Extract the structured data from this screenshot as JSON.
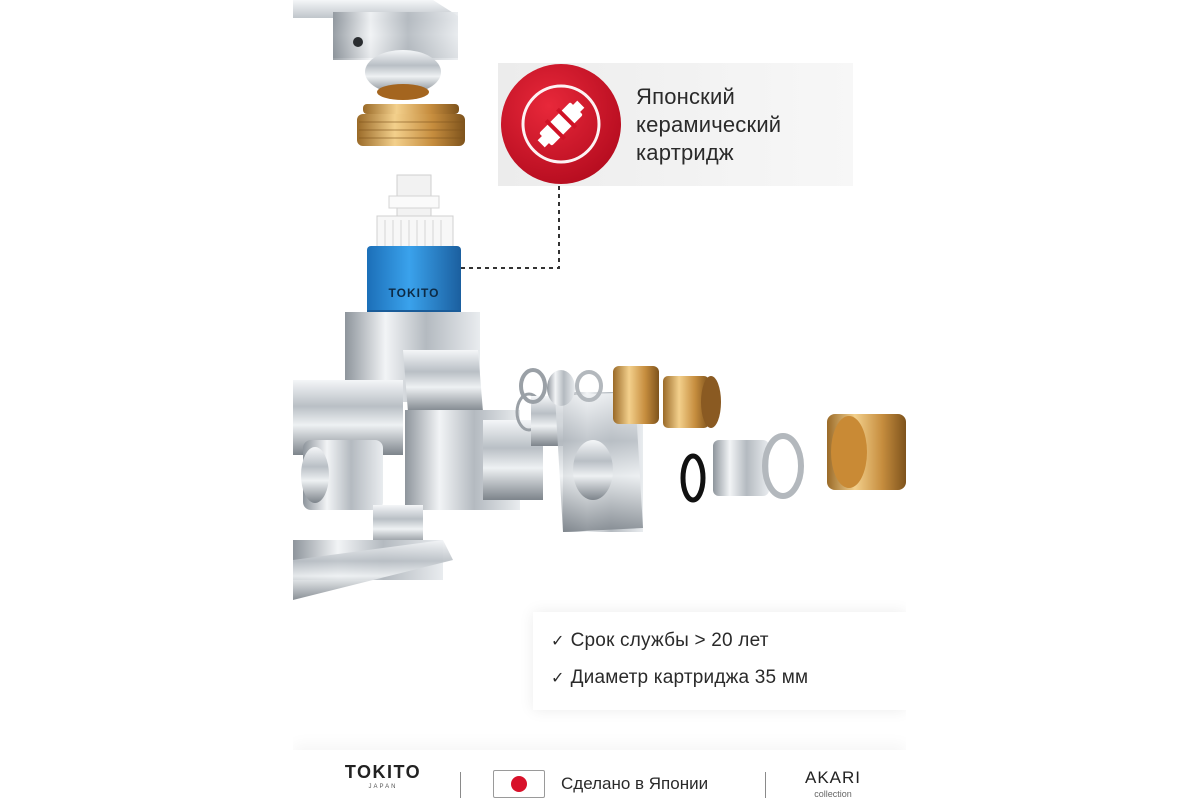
{
  "callout": {
    "icon": "cartridge-icon",
    "lines": [
      "Японский",
      "керамический",
      "картридж"
    ]
  },
  "cartridge_label": "TOKITO",
  "features": [
    {
      "check": "✓",
      "text": "Срок службы > 20 лет"
    },
    {
      "check": "✓",
      "text": "Диаметр картриджа 35 мм"
    }
  ],
  "footer": {
    "brand": "TOKITO",
    "brand_sub": "JAPAN",
    "origin": "Сделано в Японии",
    "collection": "AKARI",
    "collection_sub": "collection"
  },
  "colors": {
    "accent_red": "#d8112a",
    "cartridge_blue": "#2b8fd9",
    "brass": "#c79a4a",
    "chrome": "#c9ced3"
  }
}
